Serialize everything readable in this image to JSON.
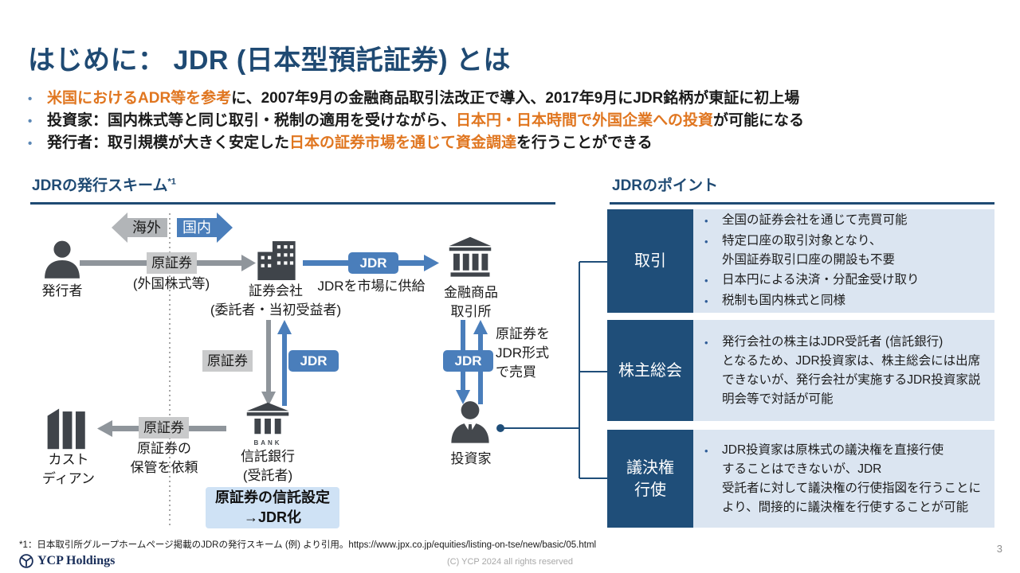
{
  "slide": {
    "title": "はじめに： JDR (日本型預託証券) とは",
    "bullet_char": "•",
    "page_number": "3",
    "copyright": "(C) YCP 2024 all rights reserved",
    "logo_text": "YCP Holdings",
    "footnote": "*1：日本取引所グループホームページ掲載のJDRの発行スキーム (例) より引用。https://www.jpx.co.jp/equities/listing-on-tse/new/basic/05.html"
  },
  "bullets": [
    {
      "segments": [
        {
          "text": "米国におけるADR等を参考"
        },
        {
          "text": "に、2007年9月の金融商品取引法改正で導入、2017年9月にJDR銘柄が東証に初上場"
        }
      ]
    },
    {
      "segments": [
        {
          "text": "投資家：国内株式等と同じ取引・税制の適用を受けながら、"
        },
        {
          "text": "日本円・日本時間で外国企業への投資"
        },
        {
          "text": "が可能になる"
        }
      ]
    },
    {
      "segments": [
        {
          "text": "発行者：取引規模が大きく安定した"
        },
        {
          "text": "日本の証券市場を通じて資金調達"
        },
        {
          "text": "を行うことができる"
        }
      ]
    }
  ],
  "scheme": {
    "heading": "JDRの発行スキーム",
    "heading_sup": "*1",
    "overseas": "海外",
    "domestic": "国内",
    "issuer": "発行者",
    "orig_security_tag1": "原証券",
    "orig_security_sub1": "(外国株式等)",
    "securities_co": "証券会社",
    "securities_co_sub": "(委託者・当初受益者)",
    "jdr_tag1": "JDR",
    "jdr_supply_sub": "JDRを市場に供給",
    "exchange": "金融商品\n取引所",
    "orig_security_tag2": "原証券",
    "jdr_tag2": "JDR",
    "jdr_tag3": "JDR",
    "sell_note": "原証券を\nJDR形式\nで売買",
    "trust_bank": "信託銀行",
    "trust_bank_sub": "(受託者)",
    "bank_icon_text": "BANK",
    "trust_note": "原証券の信託設定\n→JDR化",
    "custodian": "カスト\nディアン",
    "orig_security_tag3": "原証券",
    "custody_sub": "原証券の\n保管を依頼",
    "investor": "投資家"
  },
  "points": {
    "heading": "JDRのポイント",
    "rows": [
      {
        "label": "取引",
        "bullets": [
          "全国の証券会社を通じて売買可能",
          "特定口座の取引対象となり、\n外国証券取引口座の開設も不要",
          "日本円による決済・分配金受け取り",
          "税制も国内株式と同様"
        ]
      },
      {
        "label": "株主総会",
        "bullets": [
          "発行会社の株主はJDR受託者 (信託銀行)\nとなるため、JDR投資家は、株主総会には出席できないが、発行会社が実施するJDR投資家説明会等で対話が可能"
        ]
      },
      {
        "label": "議決権\n行使",
        "bullets": [
          "JDR投資家は原株式の議決権を直接行使\nすることはできないが、JDR\n受託者に対して議決権の行使指図を行うことにより、間接的に議決権を行使することが可能"
        ]
      }
    ]
  },
  "colors": {
    "heading_navy": "#1f4a73",
    "panel_navy": "#1f4e79",
    "accent_blue": "#4a7ebb",
    "accent_orange": "#e07620",
    "content_bg": "#dbe5f1",
    "note_bg": "#cfe2f5",
    "gray_arrow": "#8f959b",
    "gray_tag": "#c9cacb",
    "icon_gray": "#44484d"
  }
}
